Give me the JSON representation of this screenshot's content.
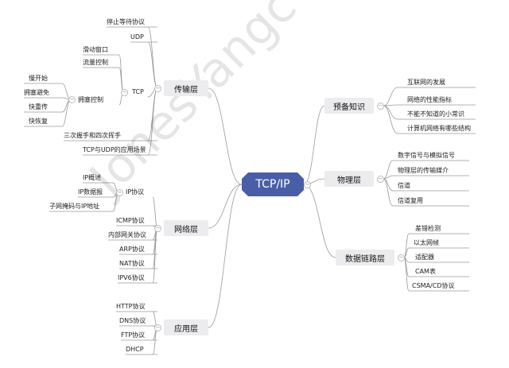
{
  "root": "TCP/IP",
  "watermark": "JonesYangc",
  "branches": {
    "transport": {
      "label": "传输层",
      "items": [
        "停止等待协议",
        "UDP",
        "TCP",
        "三次握手和四次挥手",
        "TCP与UDP的应用场景"
      ],
      "tcp_items": [
        "滑动窗口",
        "流量控制",
        "拥塞控制"
      ],
      "congestion_items": [
        "慢开始",
        "拥塞避免",
        "快重传",
        "快恢复"
      ]
    },
    "network": {
      "label": "网络层",
      "items": [
        "IP协议",
        "ICMP协议",
        "内部网关协议",
        "ARP协议",
        "NAT协议",
        "IPV6协议"
      ],
      "ip_items": [
        "IP概述",
        "IP数据报",
        "子网掩码与IP地址"
      ]
    },
    "application": {
      "label": "应用层",
      "items": [
        "HTTP协议",
        "DNS协议",
        "FTP协议",
        "DHCP"
      ]
    },
    "prerequisite": {
      "label": "预备知识",
      "items": [
        "互联网的发展",
        "网络的性能指标",
        "不能不知道的小常识",
        "计算机网络有哪些结构"
      ]
    },
    "physical": {
      "label": "物理层",
      "items": [
        "数字信号与模拟信号",
        "物理层的传输媒介",
        "信道",
        "信道复用"
      ]
    },
    "datalink": {
      "label": "数据链路层",
      "items": [
        "差错检测",
        "以太网帧",
        "适配器",
        "CAM表",
        "CSMA/CD协议"
      ]
    }
  }
}
